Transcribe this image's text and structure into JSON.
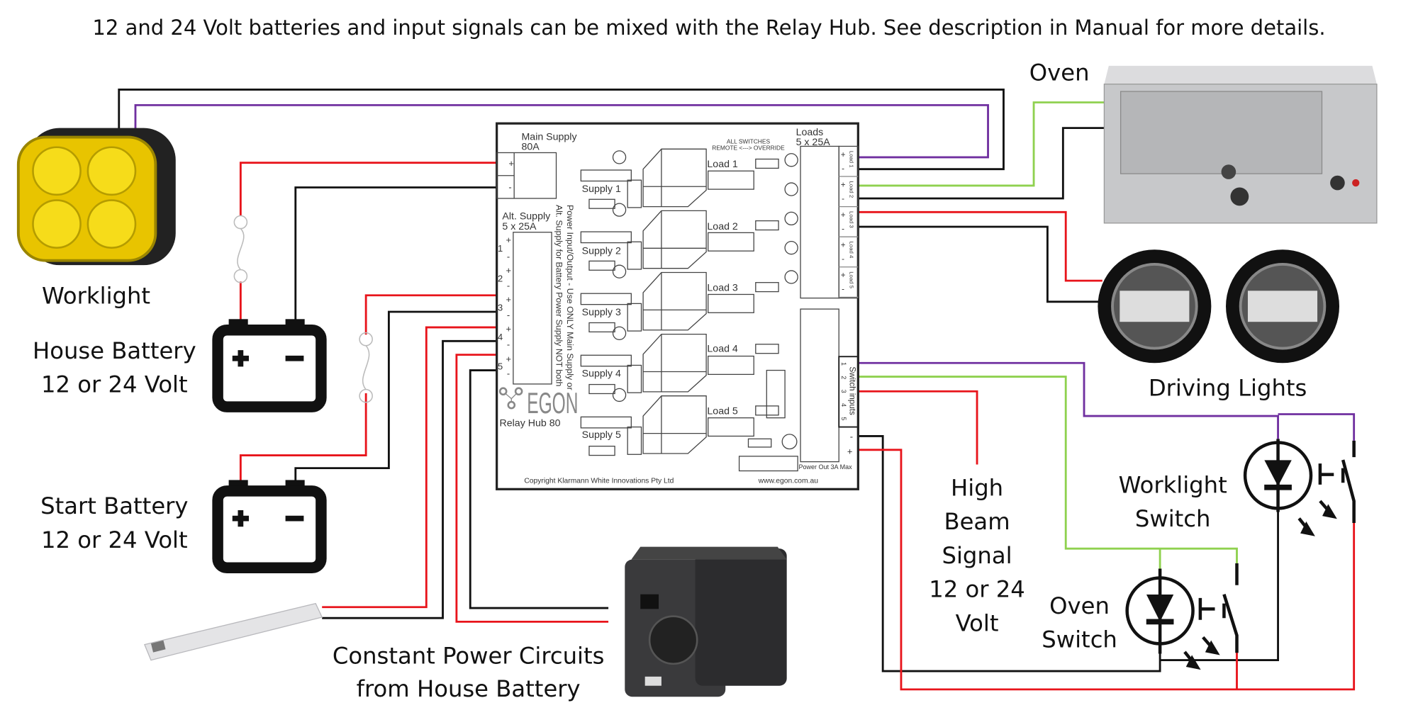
{
  "title": "12 and 24 Volt batteries and input signals can be mixed with the Relay Hub. See description in Manual for more details.",
  "labels": {
    "worklight": "Worklight",
    "house_battery": [
      "House Battery",
      "12 or 24 Volt"
    ],
    "start_battery": [
      "Start Battery",
      "12 or 24 Volt"
    ],
    "constant_power": [
      "Constant Power Circuits",
      "from House Battery"
    ],
    "oven": "Oven",
    "driving_lights": "Driving Lights",
    "high_beam": [
      "High",
      "Beam",
      "Signal",
      "12 or 24",
      "Volt"
    ],
    "worklight_switch": [
      "Worklight",
      "Switch"
    ],
    "oven_switch": [
      "Oven",
      "Switch"
    ]
  },
  "hub": {
    "main_supply": [
      "Main Supply",
      "80A"
    ],
    "alt_supply": [
      "Alt. Supply",
      "5 x 25A"
    ],
    "alt_numbers": [
      "1",
      "2",
      "3",
      "4",
      "5"
    ],
    "vertical_note": [
      "Power Input/Output - Use ONLY Main Supply or",
      "Alt. Supply for Battery Power Supply NOT both"
    ],
    "supplies": [
      "Supply 1",
      "Supply 2",
      "Supply 3",
      "Supply 4",
      "Supply 5"
    ],
    "loads": [
      "Load 1",
      "Load 2",
      "Load 3",
      "Load 4",
      "Load 5"
    ],
    "loads_header": [
      "Loads",
      "5 x 25A"
    ],
    "switch_note": [
      "ALL SWITCHES",
      "REMOTE <---> OVERRIDE"
    ],
    "switch_inputs_label": "Switch inputs",
    "switch_numbers": [
      "1",
      "2",
      "3",
      "4",
      "5"
    ],
    "power_out": "Power Out  3A Max",
    "brand": "EGON",
    "model": "Relay Hub 80",
    "copyright": "Copyright Klarmann  White Innovations Pty Ltd",
    "website": "www.egon.com.au",
    "plus": "+",
    "minus": "-"
  },
  "colors": {
    "positive": "#e8141b",
    "negative": "#111111",
    "switch_1": "#7030a0",
    "switch_2": "#8fd14f"
  }
}
